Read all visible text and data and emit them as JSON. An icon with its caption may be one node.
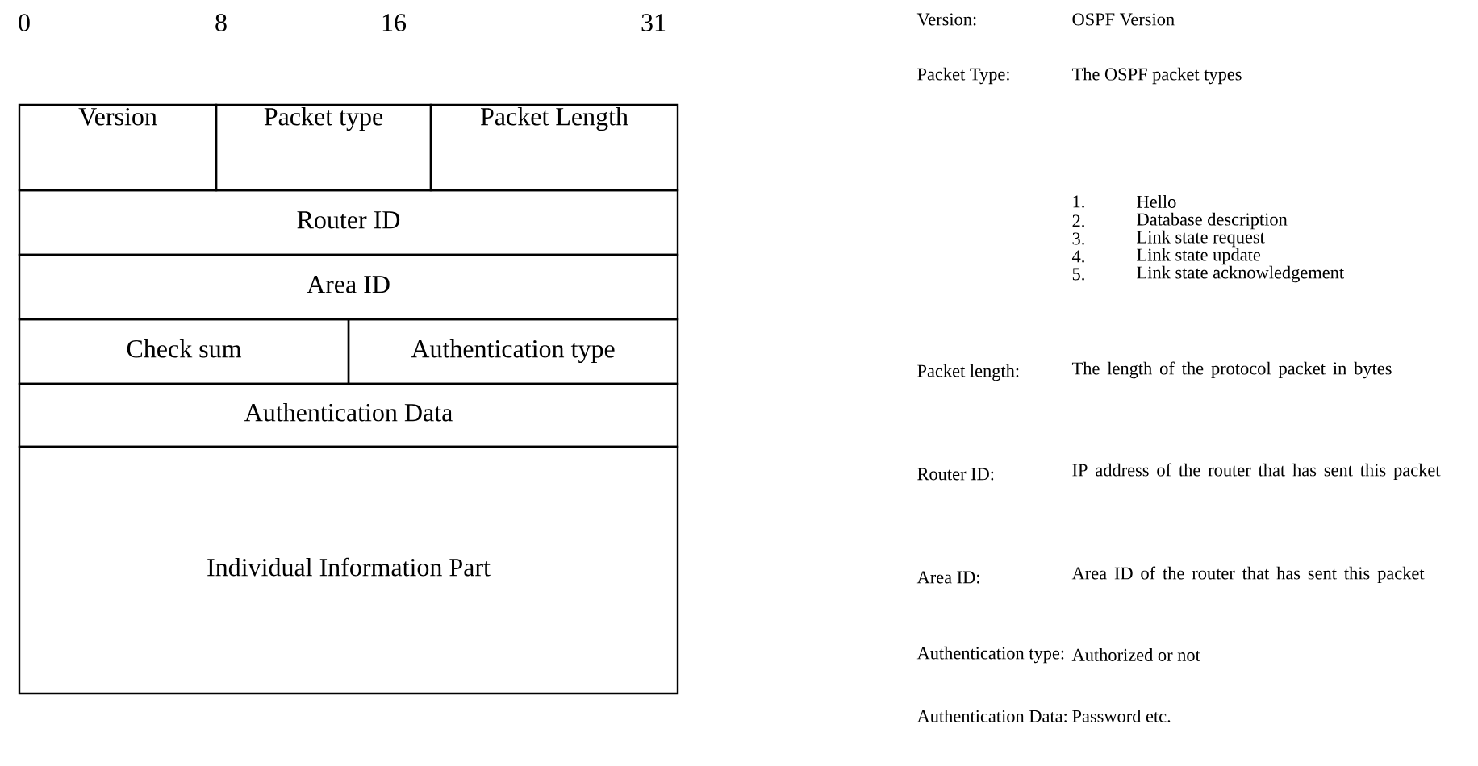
{
  "diagram": {
    "nodes": [
      {
        "text": [
          "Version"
        ]
      },
      {
        "text": [
          "Packet type"
        ]
      },
      {
        "text": [
          "Packet Length"
        ]
      },
      {
        "text": [
          "Router ID"
        ]
      },
      {
        "text": [
          "Area ID"
        ]
      },
      {
        "text": [
          "Check sum"
        ]
      },
      {
        "text": [
          "Authentication type"
        ]
      },
      {
        "text": [
          "Authentication Data"
        ]
      },
      {
        "text": [
          "Individual Information Part"
        ]
      }
    ],
    "labels": [
      "0",
      "8",
      "16",
      "31",
      "Version:",
      "OSPF Version",
      "Packet Type:",
      "The OSPF packet types",
      "1.",
      "Hello",
      "2.",
      "Database description",
      "3.",
      "Link state request",
      "4.",
      "Link state update",
      "5.",
      "Link state acknowledgement",
      "Packet length:",
      "The length of the protocol packet in bytes",
      "Router ID:",
      "IP address of the router that has sent this packet",
      "Area ID:",
      "Area ID of the router that has sent this packet",
      "Authentication type:",
      "Authorized or not",
      "Authentication Data:",
      "Password etc."
    ]
  }
}
